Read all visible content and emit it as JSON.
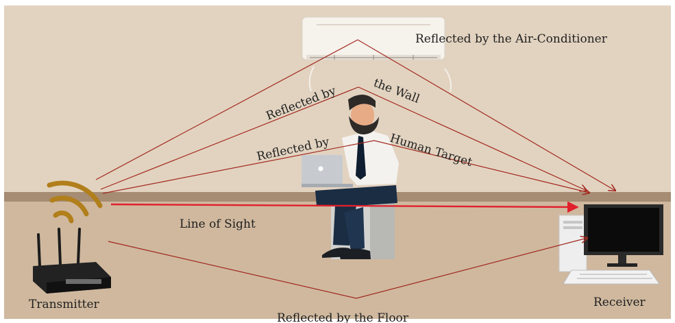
{
  "labels": {
    "ac_reflection": "Reflected by the Air-Conditioner",
    "wall_reflection_a": "Reflected by",
    "wall_reflection_b": "the Wall",
    "human_reflection_a": "Reflected by",
    "human_reflection_b": "Human Target",
    "line_of_sight": "Line of Sight",
    "transmitter": "Transmitter",
    "receiver": "Receiver",
    "floor_reflection": "Reflected by the Floor"
  },
  "colors": {
    "wall": "#e2d3c0",
    "floor": "#d0b99f",
    "baseboard": "#a58c72",
    "ray": "#a2281f",
    "los": "#e0202c",
    "signal_arcs": "#b17f1b"
  },
  "icons": {
    "transmitter": "wifi-router-icon",
    "receiver": "desktop-computer-icon",
    "air_conditioner": "air-conditioner-icon",
    "human": "person-with-laptop-icon"
  }
}
